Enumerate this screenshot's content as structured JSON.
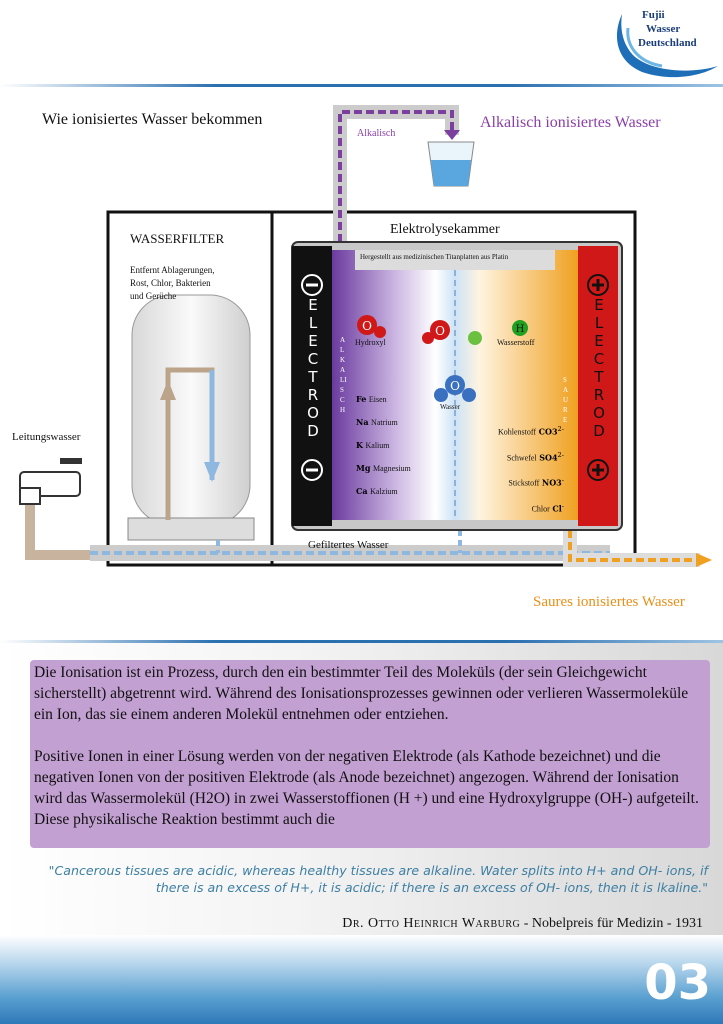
{
  "logo": {
    "line1": "Fujii",
    "line2": "Wasser",
    "line3": "Deutschland"
  },
  "diagram": {
    "title": "Wie ionisiertes Wasser bekommen",
    "alkalisch_small": "Alkalisch",
    "alkalisch_out": "Alkalisch ionisiertes Wasser",
    "sauer_out": "Saures ionisiertes Wasser",
    "leitungswasser": "Leitungswasser",
    "filter_title": "WASSERFILTER",
    "filter_desc": [
      "Entfernt Ablagerungen,",
      "Rost, Chlor, Bakterien",
      "und Gerüche"
    ],
    "chamber_title": "Elektrolysekammer",
    "chamber_plate": "Hergestellt aus medizinischen Titanplatten aus Platin",
    "filtered": "Gefiltertes Wasser",
    "electrode": "ELECTROD",
    "alkalisch_vertical": "ALKALISCH",
    "saure_vertical": "SAURE",
    "hydroxyl": "Hydroxyl",
    "wasserstoff": "Wasserstoff",
    "wasser": "Wasser",
    "cations": [
      {
        "sym": "Fe",
        "name": "Eisen"
      },
      {
        "sym": "Na",
        "name": "Natrium"
      },
      {
        "sym": "K",
        "name": "Kalium"
      },
      {
        "sym": "Mg",
        "name": "Magnesium"
      },
      {
        "sym": "Ca",
        "name": "Kalzium"
      }
    ],
    "anions": [
      {
        "sym": "CO3",
        "charge": "2-",
        "name": "Kohlenstoff"
      },
      {
        "sym": "SO4",
        "charge": "2-",
        "name": "Schwefel"
      },
      {
        "sym": "NO3",
        "charge": "-",
        "name": "Stickstoff"
      },
      {
        "sym": "Cl",
        "charge": "-",
        "name": "Chlor"
      }
    ]
  },
  "body": {
    "p1": "Die Ionisation ist ein Prozess, durch den ein bestimmter Teil des Moleküls (der sein Gleichgewicht sicherstellt) abgetrennt wird. Während des Ionisationsprozesses gewinnen oder verlieren Wassermoleküle ein Ion, das sie einem anderen Molekül entnehmen oder entziehen.",
    "p2": "Positive Ionen in einer Lösung werden von der negativen Elektrode (als Kathode bezeichnet) und die negativen Ionen von der positiven Elektrode (als Anode bezeichnet) angezogen. Während der Ionisation wird das Wassermolekül (H2O) in zwei Wasserstoffionen (H +) und eine Hydroxylgruppe (OH-) aufgeteilt. Diese physikalische Reaktion bestimmt auch die"
  },
  "quote": "\"Cancerous tissues are acidic, whereas healthy tissues are alkaline. Water splits into H+ and OH- ions, if there is an excess of H+, it is acidic; if there is an excess of OH- ions, then it is lkaline.\"",
  "citation": {
    "author": "Dr. Otto Heinrich Warburg",
    "sep1": " - ",
    "prize": "Nobelpreis für Medizin",
    "sep2": " - ",
    "year": "1931"
  },
  "page_number": "03",
  "colors": {
    "purple": "#7b3f9e",
    "orange": "#e8901a",
    "blue": "#2a6fb0",
    "textbox": "#c3a0d2"
  }
}
